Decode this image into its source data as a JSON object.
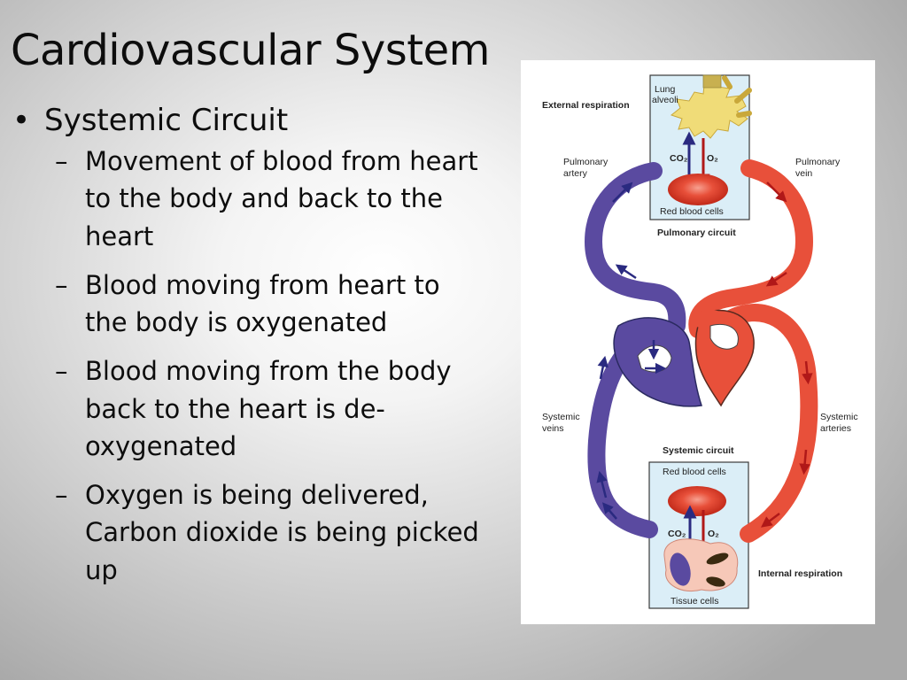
{
  "slide": {
    "title": "Cardiovascular System",
    "bullet": "Systemic Circuit",
    "sub_bullets": [
      "Movement of blood from heart to the body and back to the heart",
      "Blood moving from heart to the body is oxygenated",
      "Blood moving from the body back to the heart is de-oxygenated",
      "Oxygen is being delivered, Carbon dioxide is being picked up"
    ]
  },
  "diagram": {
    "labels": {
      "external_respiration": "External respiration",
      "lung": "Lung",
      "alveoli": "alveoli",
      "co2": "CO₂",
      "o2": "O₂",
      "pulmonary_artery_1": "Pulmonary",
      "pulmonary_artery_2": "artery",
      "pulmonary_vein_1": "Pulmonary",
      "pulmonary_vein_2": "vein",
      "red_blood_cells": "Red blood cells",
      "pulmonary_circuit": "Pulmonary circuit",
      "systemic_veins_1": "Systemic",
      "systemic_veins_2": "veins",
      "systemic_arteries_1": "Systemic",
      "systemic_arteries_2": "arteries",
      "systemic_circuit": "Systemic circuit",
      "internal_respiration": "Internal respiration",
      "tissue_cells": "Tissue cells"
    },
    "colors": {
      "oxygenated": "#e8503a",
      "deoxygenated": "#5a4aa0",
      "box_fill": "#dbeef7",
      "lung_tissue": "#f0dc78"
    }
  }
}
